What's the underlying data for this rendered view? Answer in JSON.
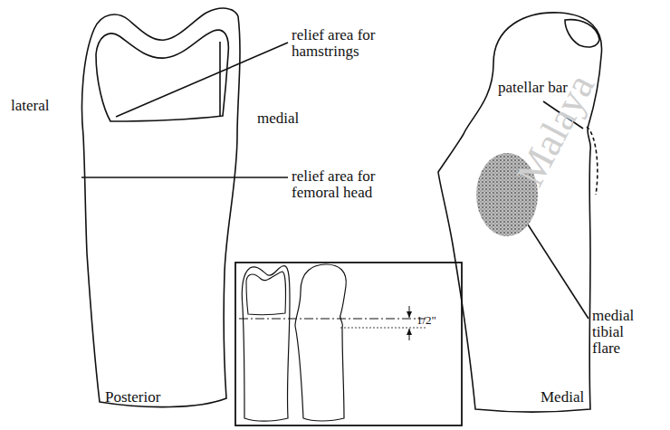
{
  "diagram": {
    "labels": [
      "lateral",
      "relief area for hamstrings",
      "medial",
      "relief area for femoral head",
      "patellar bar",
      "medial tibial flare",
      "Posterior",
      "Medial",
      "1/2\"",
      "Malaya"
    ]
  }
}
